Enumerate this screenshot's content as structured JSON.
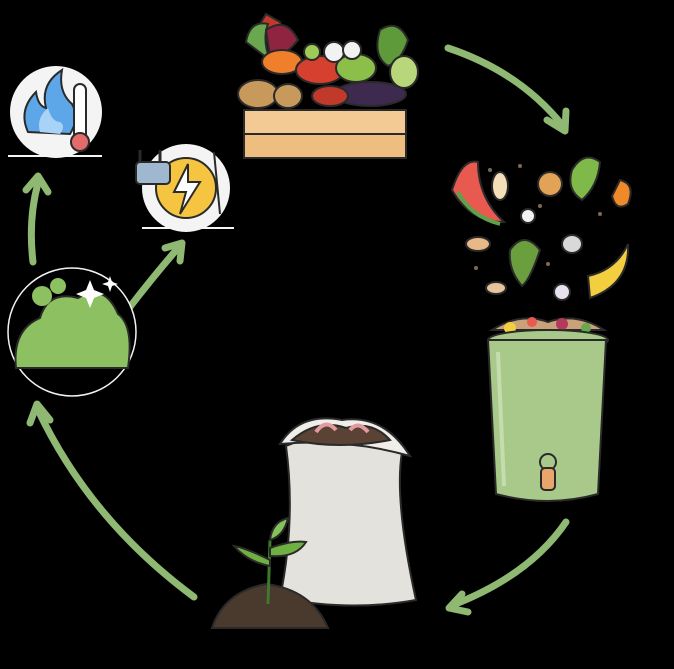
{
  "diagram": {
    "type": "cycle",
    "stages": [
      {
        "id": "fresh-produce",
        "icon": "vegetable-crate-icon"
      },
      {
        "id": "food-scraps",
        "icon": "food-scraps-icon"
      },
      {
        "id": "anaerobic-digester",
        "icon": "green-bin-digester-icon"
      },
      {
        "id": "compost-fertilizer",
        "icon": "compost-sack-seedling-icon"
      },
      {
        "id": "biogas",
        "icon": "green-gas-cloud-icon"
      },
      {
        "id": "heat",
        "icon": "flame-thermometer-icon"
      },
      {
        "id": "electricity",
        "icon": "plug-lightning-icon"
      }
    ],
    "colors": {
      "background": "#000000",
      "arrow": "#8fb873",
      "bin": "#a9c98a",
      "cloud": "#8cc060",
      "crate": "#f3c994",
      "sack": "#e3e2dc",
      "soil": "#4a3a2e"
    }
  }
}
